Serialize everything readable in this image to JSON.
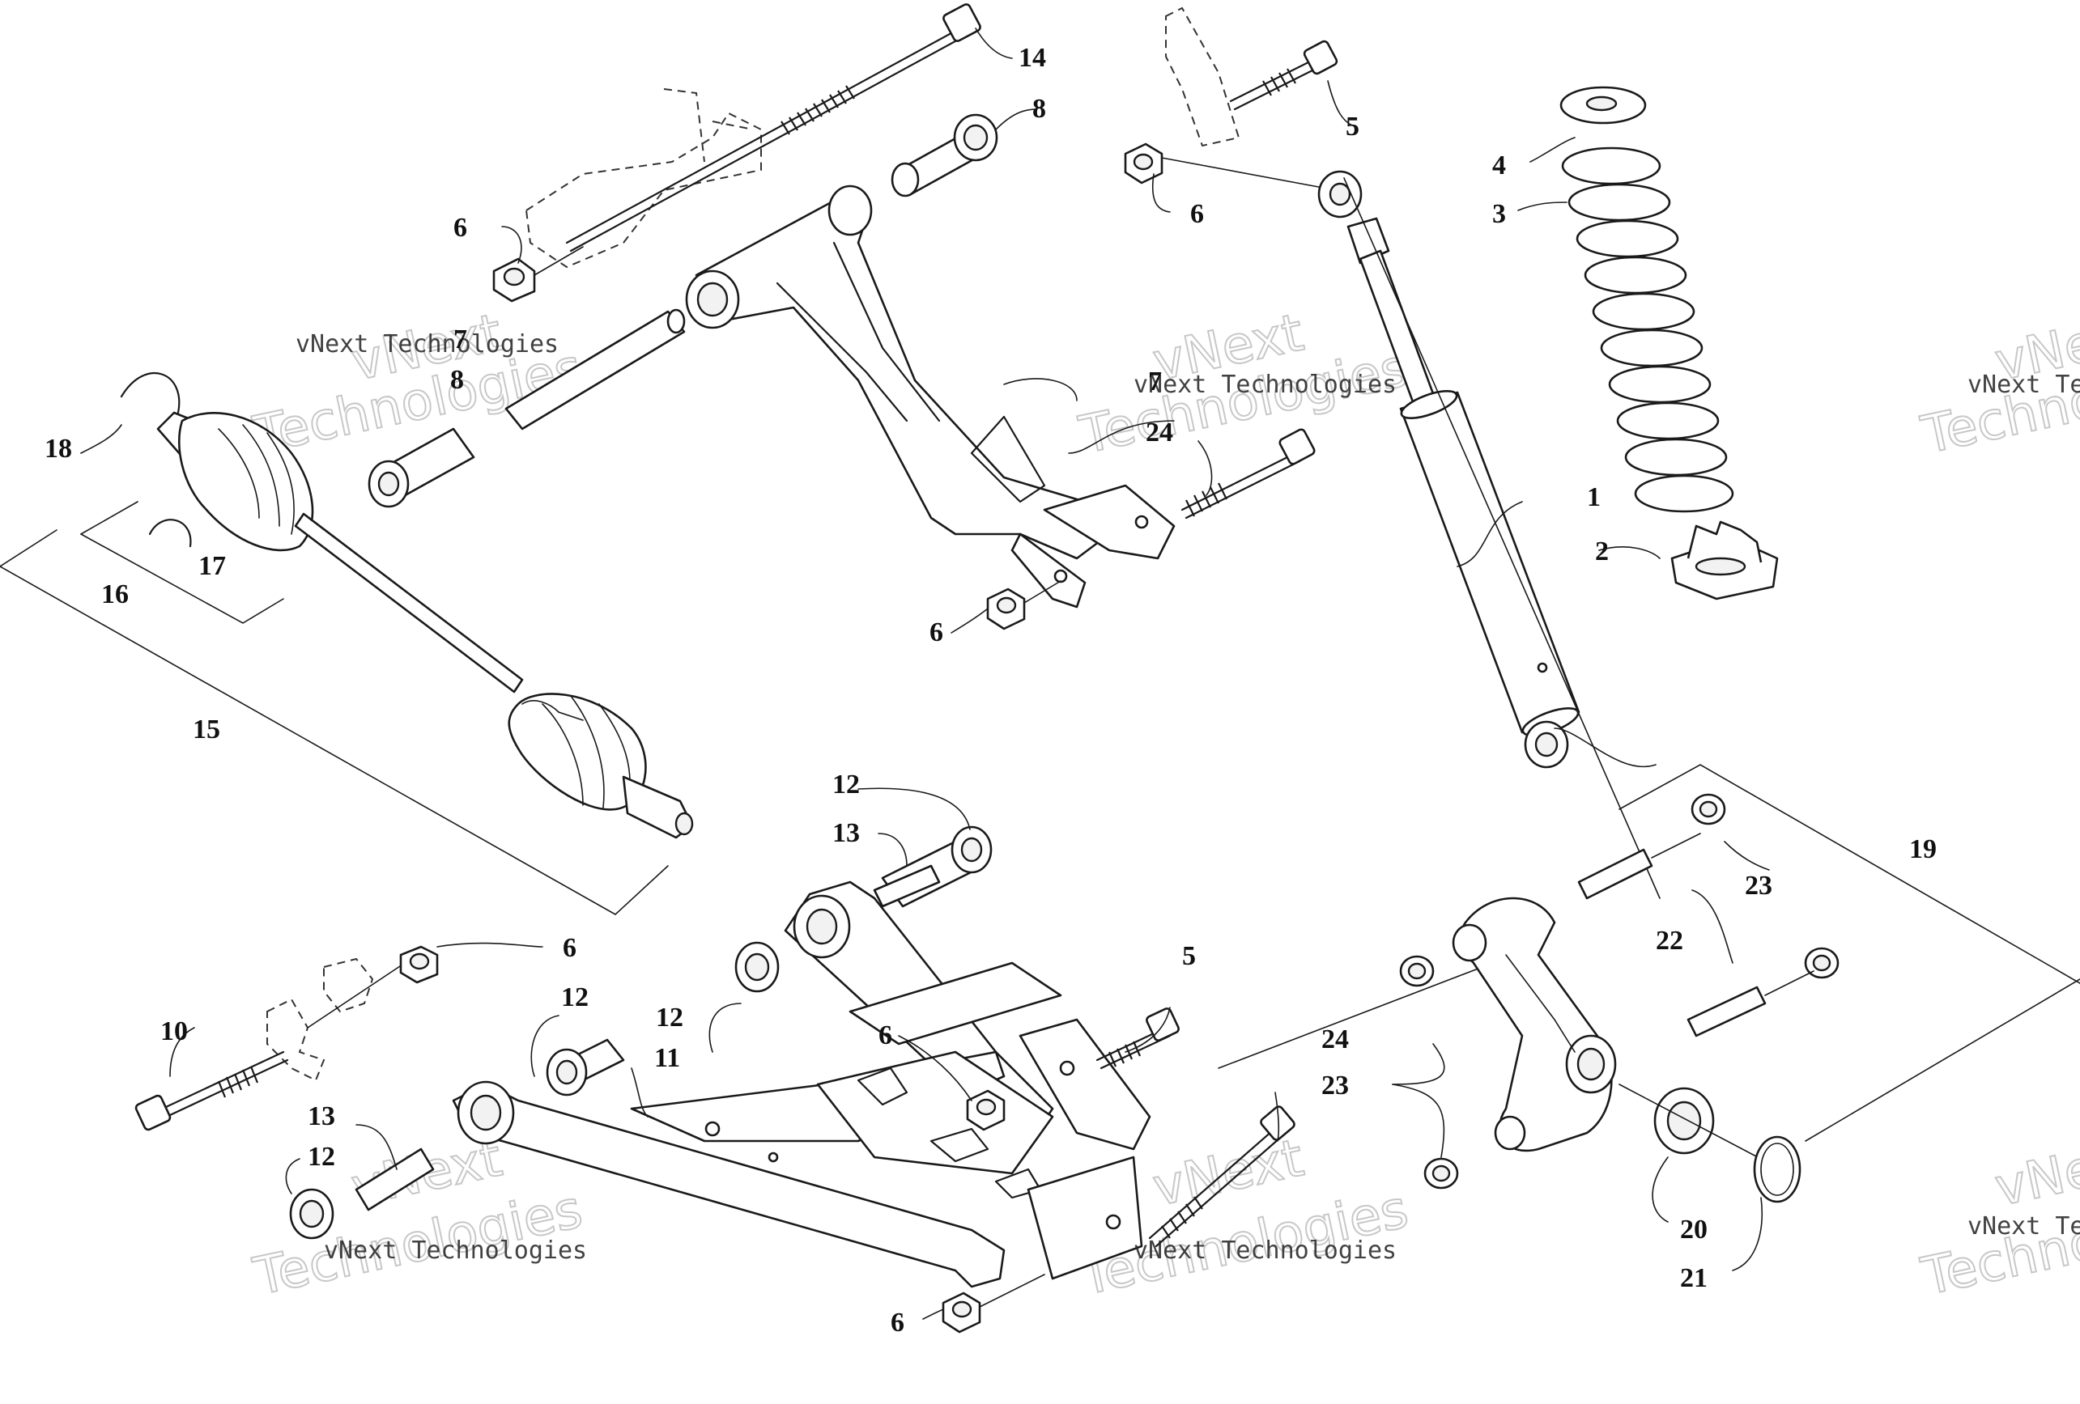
{
  "diagram": {
    "watermark": {
      "brand": "vNext",
      "company": "vNext Technologies",
      "word": "Technologies"
    },
    "callouts": [
      {
        "id": "c14",
        "text": "14"
      },
      {
        "id": "c8a",
        "text": "8"
      },
      {
        "id": "c5a",
        "text": "5"
      },
      {
        "id": "c4",
        "text": "4"
      },
      {
        "id": "c3",
        "text": "3"
      },
      {
        "id": "c6a",
        "text": "6"
      },
      {
        "id": "c6b",
        "text": "6"
      },
      {
        "id": "c7a",
        "text": "7"
      },
      {
        "id": "c8b",
        "text": "8"
      },
      {
        "id": "c7b",
        "text": "7"
      },
      {
        "id": "c24a",
        "text": "24"
      },
      {
        "id": "c18",
        "text": "18"
      },
      {
        "id": "c17",
        "text": "17"
      },
      {
        "id": "c16",
        "text": "16"
      },
      {
        "id": "c1",
        "text": "1"
      },
      {
        "id": "c2",
        "text": "2"
      },
      {
        "id": "c6c",
        "text": "6"
      },
      {
        "id": "c15",
        "text": "15"
      },
      {
        "id": "c12a",
        "text": "12"
      },
      {
        "id": "c13a",
        "text": "13"
      },
      {
        "id": "c19",
        "text": "19"
      },
      {
        "id": "c23a",
        "text": "23"
      },
      {
        "id": "c6d",
        "text": "6"
      },
      {
        "id": "c5b",
        "text": "5"
      },
      {
        "id": "c22",
        "text": "22"
      },
      {
        "id": "c12b",
        "text": "12"
      },
      {
        "id": "c10",
        "text": "10"
      },
      {
        "id": "c12c",
        "text": "12"
      },
      {
        "id": "c6e",
        "text": "6"
      },
      {
        "id": "c11",
        "text": "11"
      },
      {
        "id": "c24b",
        "text": "24"
      },
      {
        "id": "c23b",
        "text": "23"
      },
      {
        "id": "c13b",
        "text": "13"
      },
      {
        "id": "c12d",
        "text": "12"
      },
      {
        "id": "c20",
        "text": "20"
      },
      {
        "id": "c21",
        "text": "21"
      },
      {
        "id": "c6f",
        "text": "6"
      }
    ]
  }
}
